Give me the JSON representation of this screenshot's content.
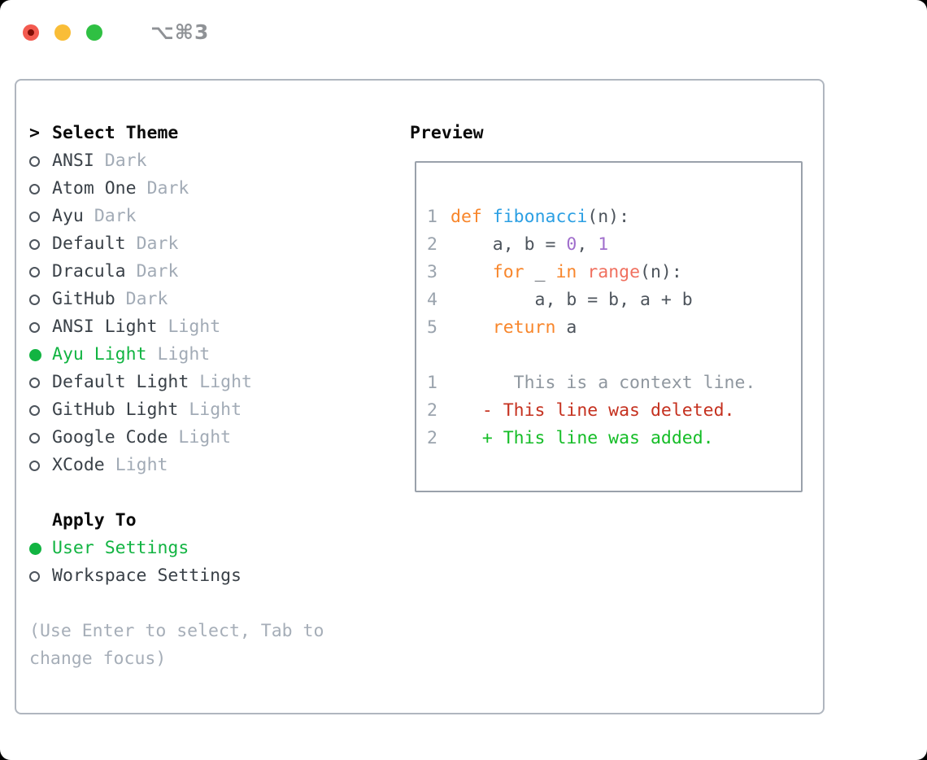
{
  "window": {
    "title": "⌥⌘3",
    "traffic_lights": [
      "close",
      "minimize",
      "zoom"
    ]
  },
  "colors": {
    "accent_green": "#12b442",
    "item_text": "#3a4148",
    "muted_tag": "#a2abb6",
    "hint": "#a6aeb8",
    "header": "#0a0a0a",
    "border": "#b0b6bf",
    "preview_border": "#9aa1ab",
    "gutter": "#9aa3ad",
    "code_fg": "#4d545c",
    "keyword": "#f8862b",
    "function": "#2b9fe3",
    "number": "#a06ecc",
    "builtin_red": "#f0705f",
    "context": "#8f979f",
    "deleted": "#c5311f",
    "added": "#15bd27",
    "traffic_red": "#f35a4f",
    "traffic_yellow": "#f9bd37",
    "traffic_green": "#2fc043"
  },
  "theme_panel": {
    "header_prefix": ">",
    "header": "Select Theme",
    "items": [
      {
        "name": "ANSI",
        "tag": "Dark",
        "selected": false
      },
      {
        "name": "Atom One",
        "tag": "Dark",
        "selected": false
      },
      {
        "name": "Ayu",
        "tag": "Dark",
        "selected": false
      },
      {
        "name": "Default",
        "tag": "Dark",
        "selected": false
      },
      {
        "name": "Dracula",
        "tag": "Dark",
        "selected": false
      },
      {
        "name": "GitHub",
        "tag": "Dark",
        "selected": false
      },
      {
        "name": "ANSI Light",
        "tag": "Light",
        "selected": false
      },
      {
        "name": "Ayu Light",
        "tag": "Light",
        "selected": true
      },
      {
        "name": "Default Light",
        "tag": "Light",
        "selected": false
      },
      {
        "name": "GitHub Light",
        "tag": "Light",
        "selected": false
      },
      {
        "name": "Google Code",
        "tag": "Light",
        "selected": false
      },
      {
        "name": "XCode",
        "tag": "Light",
        "selected": false
      }
    ],
    "apply_to": {
      "header": "Apply To",
      "options": [
        {
          "name": "User Settings",
          "selected": true
        },
        {
          "name": "Workspace Settings",
          "selected": false
        }
      ]
    },
    "hint": "(Use Enter to select, Tab to change focus)"
  },
  "preview_panel": {
    "header": "Preview",
    "lines": [
      {
        "num": "1",
        "kind": "code",
        "segments": [
          {
            "t": "def",
            "c": "kw"
          },
          {
            "t": " ",
            "c": "fg"
          },
          {
            "t": "fibonacci",
            "c": "fn"
          },
          {
            "t": "(n):",
            "c": "fg"
          }
        ]
      },
      {
        "num": "2",
        "kind": "code",
        "segments": [
          {
            "t": "    a, b = ",
            "c": "fg"
          },
          {
            "t": "0",
            "c": "num"
          },
          {
            "t": ", ",
            "c": "fg"
          },
          {
            "t": "1",
            "c": "num"
          }
        ]
      },
      {
        "num": "3",
        "kind": "code",
        "segments": [
          {
            "t": "    ",
            "c": "fg"
          },
          {
            "t": "for",
            "c": "kw"
          },
          {
            "t": " _ ",
            "c": "fg"
          },
          {
            "t": "in",
            "c": "kw"
          },
          {
            "t": " ",
            "c": "fg"
          },
          {
            "t": "range",
            "c": "err"
          },
          {
            "t": "(n):",
            "c": "fg"
          }
        ]
      },
      {
        "num": "4",
        "kind": "code",
        "segments": [
          {
            "t": "        a, b = b, a + b",
            "c": "fg"
          }
        ]
      },
      {
        "num": "5",
        "kind": "code",
        "segments": [
          {
            "t": "    ",
            "c": "fg"
          },
          {
            "t": "return",
            "c": "kw"
          },
          {
            "t": " a",
            "c": "fg"
          }
        ]
      },
      {
        "num": "",
        "kind": "blank",
        "segments": []
      },
      {
        "num": "1",
        "kind": "diff-context",
        "segments": [
          {
            "t": "      This is a context line.",
            "c": "ctx"
          }
        ]
      },
      {
        "num": "2",
        "kind": "diff-deleted",
        "segments": [
          {
            "t": "   - This line was deleted.",
            "c": "del"
          }
        ]
      },
      {
        "num": "2",
        "kind": "diff-added",
        "segments": [
          {
            "t": "   + This line was added.",
            "c": "add"
          }
        ]
      }
    ]
  }
}
